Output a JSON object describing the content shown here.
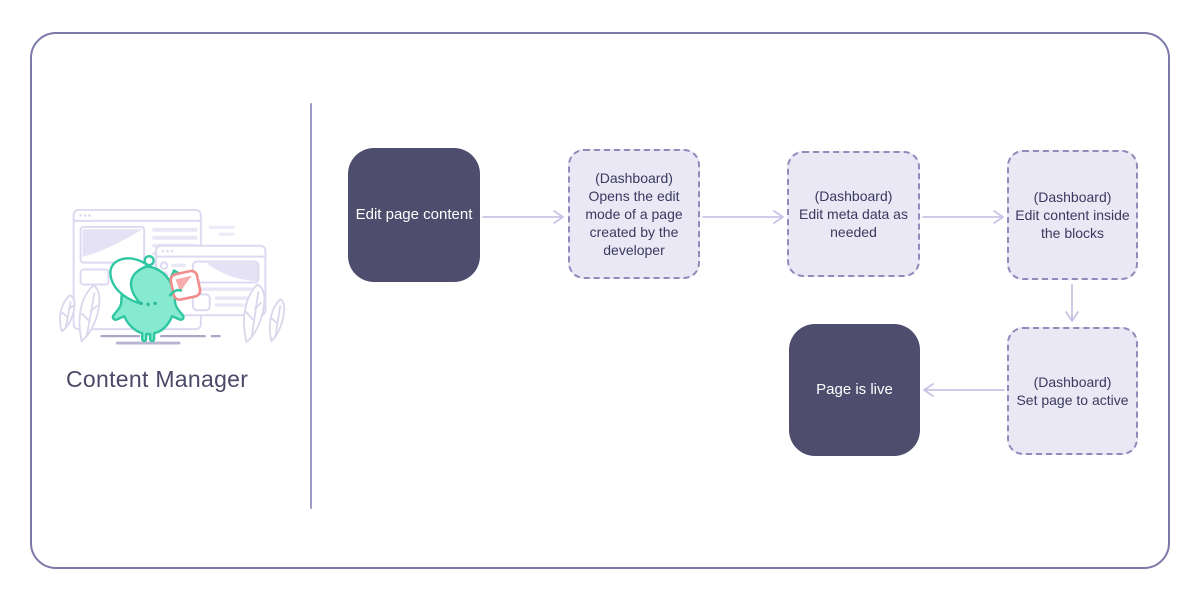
{
  "panel": {
    "title": "Content Manager"
  },
  "flow": {
    "nodes": [
      {
        "id": "edit-page-content",
        "type": "solid",
        "label": "Edit page content"
      },
      {
        "id": "open-edit-mode",
        "type": "dashed",
        "label": "(Dashboard)\nOpens the edit mode of a page created by the developer"
      },
      {
        "id": "edit-meta-data",
        "type": "dashed",
        "label": "(Dashboard)\nEdit meta data as needed"
      },
      {
        "id": "edit-content-blocks",
        "type": "dashed",
        "label": "(Dashboard)\nEdit content inside the blocks"
      },
      {
        "id": "page-is-live",
        "type": "solid",
        "label": "Page is live"
      },
      {
        "id": "set-page-active",
        "type": "dashed",
        "label": "(Dashboard)\nSet page to active"
      }
    ],
    "edges": [
      "edit-page-content -> open-edit-mode",
      "open-edit-mode -> edit-meta-data",
      "edit-meta-data -> edit-content-blocks",
      "edit-content-blocks -> set-page-active",
      "set-page-active -> page-is-live"
    ]
  },
  "illustration": {
    "icons": [
      "browser-window-icon",
      "mascot-icon",
      "content-card-icon",
      "leaf-icon",
      "ground-line-icon"
    ]
  },
  "colors": {
    "card_border": "#7b79a7",
    "divider": "#9d9bc7",
    "solid_node_bg": "#4e4d6e",
    "solid_node_text": "#ffffff",
    "dashed_node_bg": "#e9e8f4",
    "dashed_node_border": "#8e8cba",
    "dashed_node_text": "#3b3960",
    "arrow": "#c7c5e6",
    "title_text": "#4b4968",
    "mascot_fill": "#85ead0",
    "mascot_stroke": "#2fc6a2",
    "card_accent_border": "#f28b8b",
    "card_accent_fill": "#f7abab",
    "illustration_line": "#dcdaf0",
    "illustration_fill": "#e9e7f6"
  }
}
